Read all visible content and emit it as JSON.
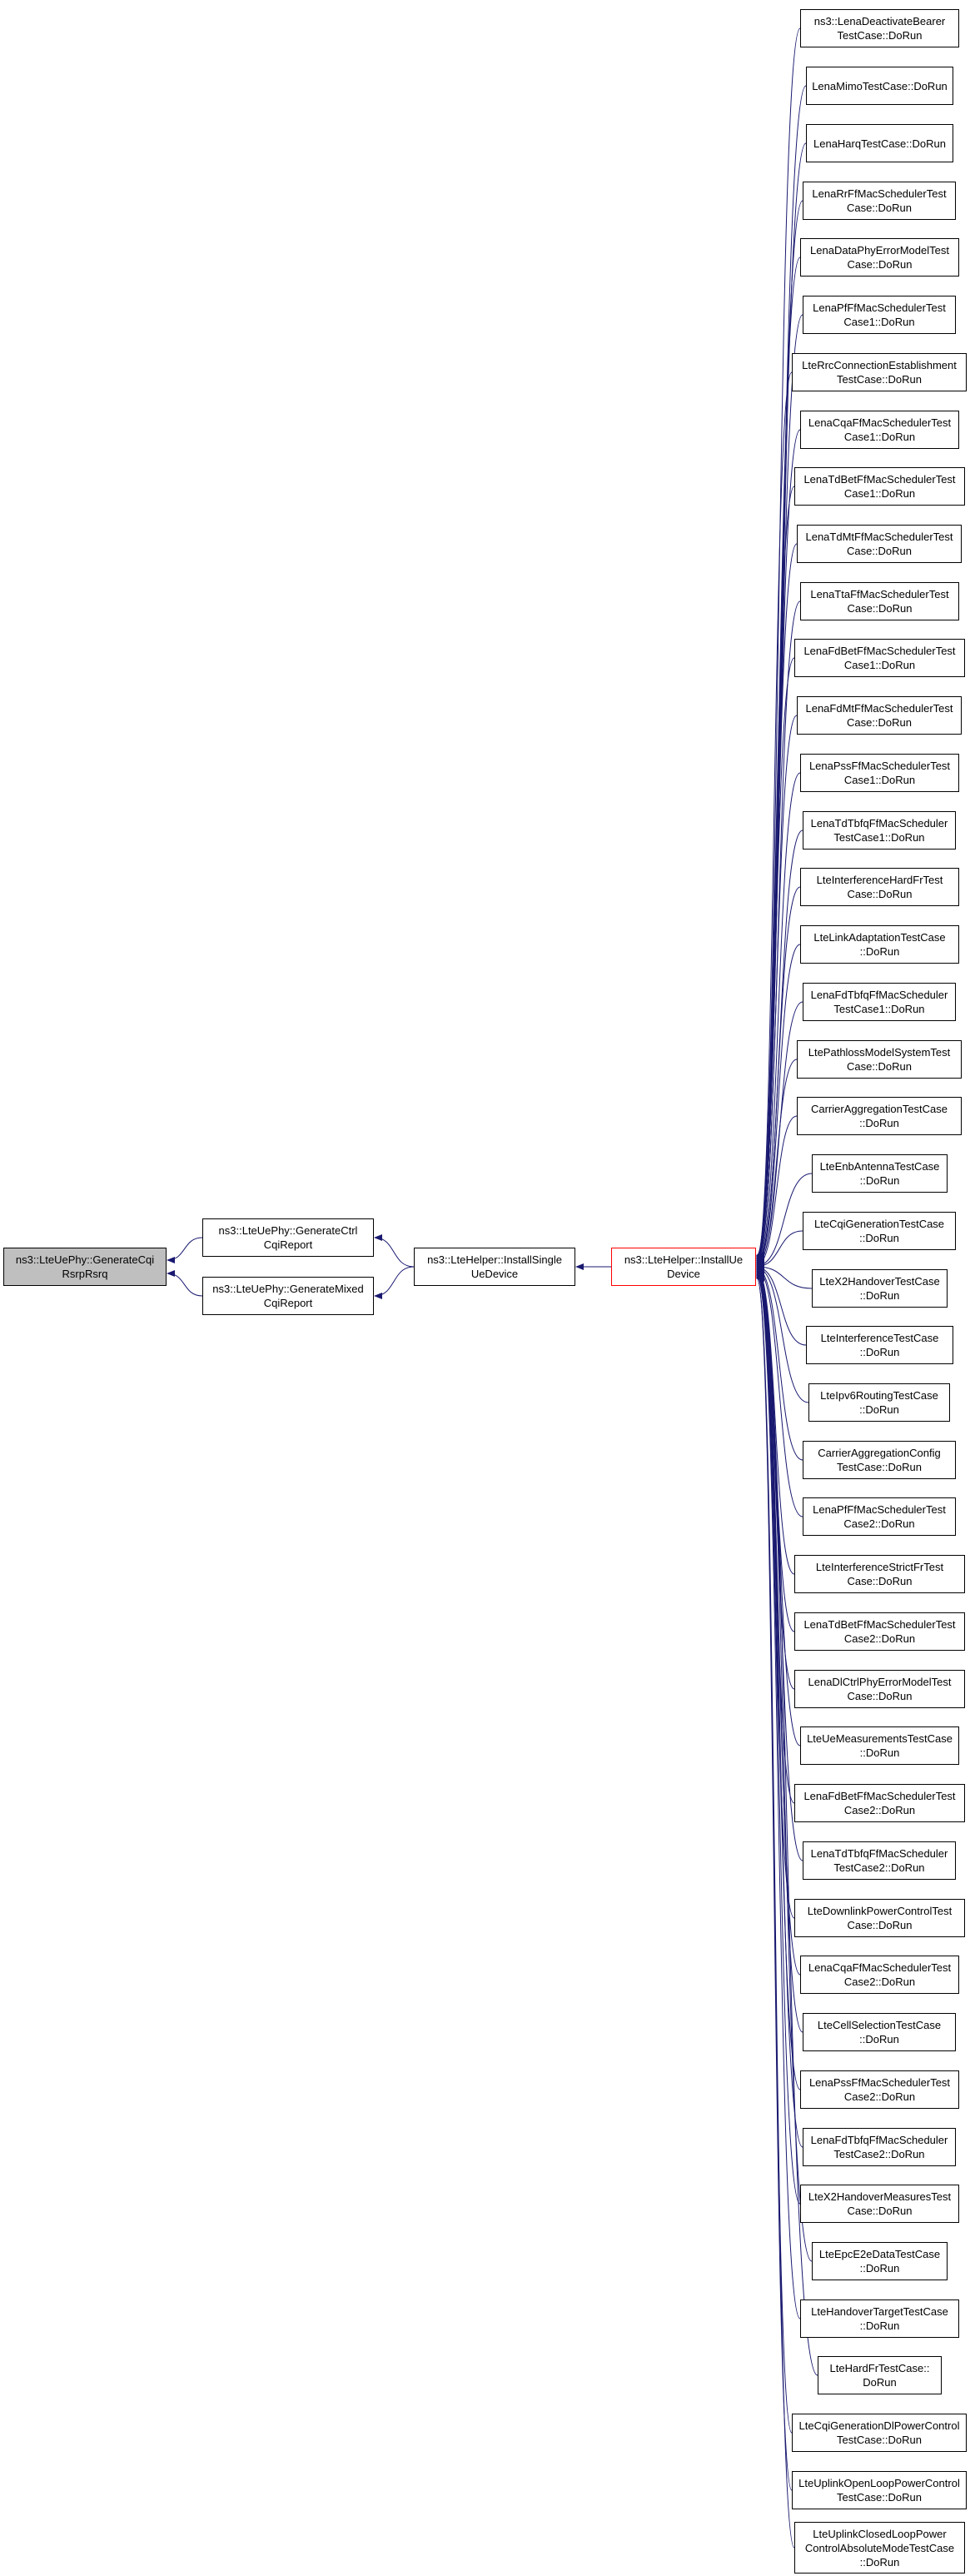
{
  "graph": {
    "focus": "ns3::LteUePhy::GenerateCqi\nRsrpRsrq",
    "level1": [
      "ns3::LteUePhy::GenerateCtrl\nCqiReport",
      "ns3::LteUePhy::GenerateMixed\nCqiReport"
    ],
    "level2": "ns3::LteHelper::InstallSingle\nUeDevice",
    "level3": "ns3::LteHelper::InstallUe\nDevice",
    "callers": [
      "ns3::LenaDeactivateBearer\nTestCase::DoRun",
      "LenaMimoTestCase::DoRun",
      "LenaHarqTestCase::DoRun",
      "LenaRrFfMacSchedulerTest\nCase::DoRun",
      "LenaDataPhyErrorModelTest\nCase::DoRun",
      "LenaPfFfMacSchedulerTest\nCase1::DoRun",
      "LteRrcConnectionEstablishment\nTestCase::DoRun",
      "LenaCqaFfMacSchedulerTest\nCase1::DoRun",
      "LenaTdBetFfMacSchedulerTest\nCase1::DoRun",
      "LenaTdMtFfMacSchedulerTest\nCase::DoRun",
      "LenaTtaFfMacSchedulerTest\nCase::DoRun",
      "LenaFdBetFfMacSchedulerTest\nCase1::DoRun",
      "LenaFdMtFfMacSchedulerTest\nCase::DoRun",
      "LenaPssFfMacSchedulerTest\nCase1::DoRun",
      "LenaTdTbfqFfMacScheduler\nTestCase1::DoRun",
      "LteInterferenceHardFrTest\nCase::DoRun",
      "LteLinkAdaptationTestCase\n::DoRun",
      "LenaFdTbfqFfMacScheduler\nTestCase1::DoRun",
      "LtePathlossModelSystemTest\nCase::DoRun",
      "CarrierAggregationTestCase\n::DoRun",
      "LteEnbAntennaTestCase\n::DoRun",
      "LteCqiGenerationTestCase\n::DoRun",
      "LteX2HandoverTestCase\n::DoRun",
      "LteInterferenceTestCase\n::DoRun",
      "LteIpv6RoutingTestCase\n::DoRun",
      "CarrierAggregationConfig\nTestCase::DoRun",
      "LenaPfFfMacSchedulerTest\nCase2::DoRun",
      "LteInterferenceStrictFrTest\nCase::DoRun",
      "LenaTdBetFfMacSchedulerTest\nCase2::DoRun",
      "LenaDlCtrlPhyErrorModelTest\nCase::DoRun",
      "LteUeMeasurementsTestCase\n::DoRun",
      "LenaFdBetFfMacSchedulerTest\nCase2::DoRun",
      "LenaTdTbfqFfMacScheduler\nTestCase2::DoRun",
      "LteDownlinkPowerControlTest\nCase::DoRun",
      "LenaCqaFfMacSchedulerTest\nCase2::DoRun",
      "LteCellSelectionTestCase\n::DoRun",
      "LenaPssFfMacSchedulerTest\nCase2::DoRun",
      "LenaFdTbfqFfMacScheduler\nTestCase2::DoRun",
      "LteX2HandoverMeasuresTest\nCase::DoRun",
      "LteEpcE2eDataTestCase\n::DoRun",
      "LteHandoverTargetTestCase\n::DoRun",
      "LteHardFrTestCase::\nDoRun",
      "LteCqiGenerationDlPowerControl\nTestCase::DoRun",
      "LteUplinkOpenLoopPowerControl\nTestCase::DoRun",
      "LteUplinkClosedLoopPower\nControlAbsoluteModeTestCase\n::DoRun"
    ],
    "colors": {
      "edge": "#191970",
      "focus_fill": "#bfbfbf",
      "target_border": "#ff0000"
    }
  }
}
